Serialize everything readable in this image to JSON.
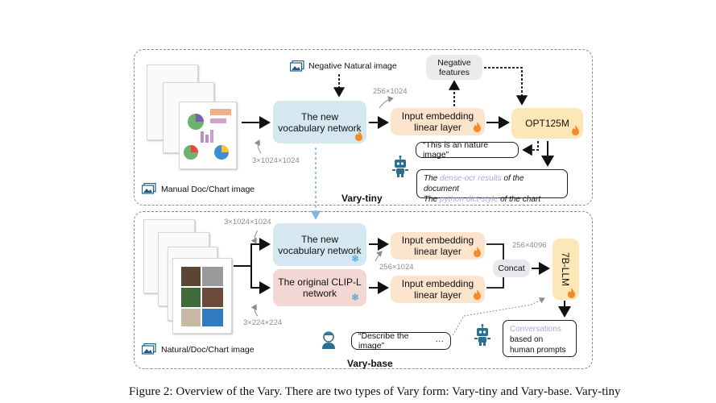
{
  "vary_tiny": {
    "title": "Vary-tiny",
    "input_label": "Manual Doc/Chart image",
    "negative_input_label": "Negative Natural image",
    "new_vocab_network": "The new vocabulary network",
    "input_embedding": "Input embedding linear layer",
    "negative_features": "Negative features",
    "opt_model": "OPT125M",
    "dim_input": "3×1024×1024",
    "dim_tokens": "256×1024",
    "nature_response": "“This is an nature image”",
    "output_line1_a": "The",
    "output_line1_hl": "dense-ocr results",
    "output_line1_b": "of the document",
    "output_line2_a": "The",
    "output_line2_hl": "python dict-style",
    "output_line2_b": "of the chart"
  },
  "vary_base": {
    "title": "Vary-base",
    "input_label": "Natural/Doc/Chart image",
    "new_vocab_network": "The new vocabulary network",
    "clip_network": "The original CLIP-L network",
    "input_embedding_top": "Input embedding linear layer",
    "input_embedding_bottom": "Input embedding linear layer",
    "concat": "Concat",
    "llm": "7B-LLM",
    "dim_top": "3×1024×1024",
    "dim_bottom": "3×224×224",
    "dim_mid": "256×1024",
    "dim_concat": "256×4096",
    "prompt": "“Describe the image”",
    "prompt_dots": "···",
    "conversation_title": "Conversations",
    "conversation_body": "based on human prompts"
  },
  "caption": "Figure 2: Overview of the Vary. There are two types of Vary form: Vary-tiny and Vary-base. Vary-tiny",
  "colors": {
    "blue_box": "#d5e8f2",
    "peach_box": "#fbe3cc",
    "yellow_box": "#fde7b6",
    "pink_box": "#f3d7d3",
    "highlight_text": "#a9a9d6"
  },
  "icons": [
    "image-icon",
    "flame-icon",
    "snowflake-icon",
    "robot-icon",
    "person-icon"
  ]
}
